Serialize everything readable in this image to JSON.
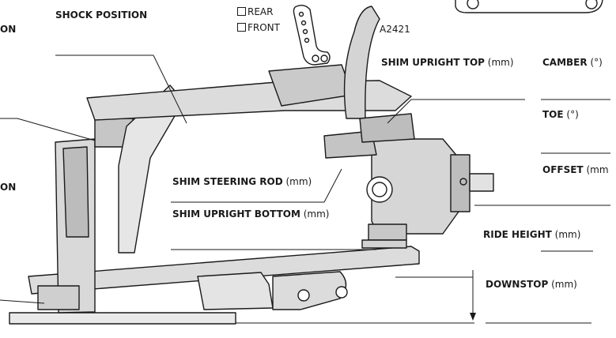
{
  "labels": {
    "shock_position": "SHOCK POSITION",
    "left_top_cut": "ON",
    "left_mid_cut": "ON",
    "rear": "REAR",
    "front": "FRONT",
    "part_number": "A2421",
    "shim_upright_top": "SHIM UPRIGHT TOP",
    "shim_upright_top_unit": "(mm)",
    "camber": "CAMBER",
    "camber_unit": "(°)",
    "toe": "TOE",
    "toe_unit": "(°)",
    "offset": "OFFSET",
    "offset_unit": "(mm",
    "shim_steering_rod": "SHIM STEERING ROD",
    "shim_steering_rod_unit": "(mm)",
    "shim_upright_bottom": "SHIM UPRIGHT BOTTOM",
    "shim_upright_bottom_unit": "(mm)",
    "ride_height": "RIDE HEIGHT",
    "ride_height_unit": "(mm)",
    "downstop": "DOWNSTOP",
    "downstop_unit": "(mm)"
  }
}
